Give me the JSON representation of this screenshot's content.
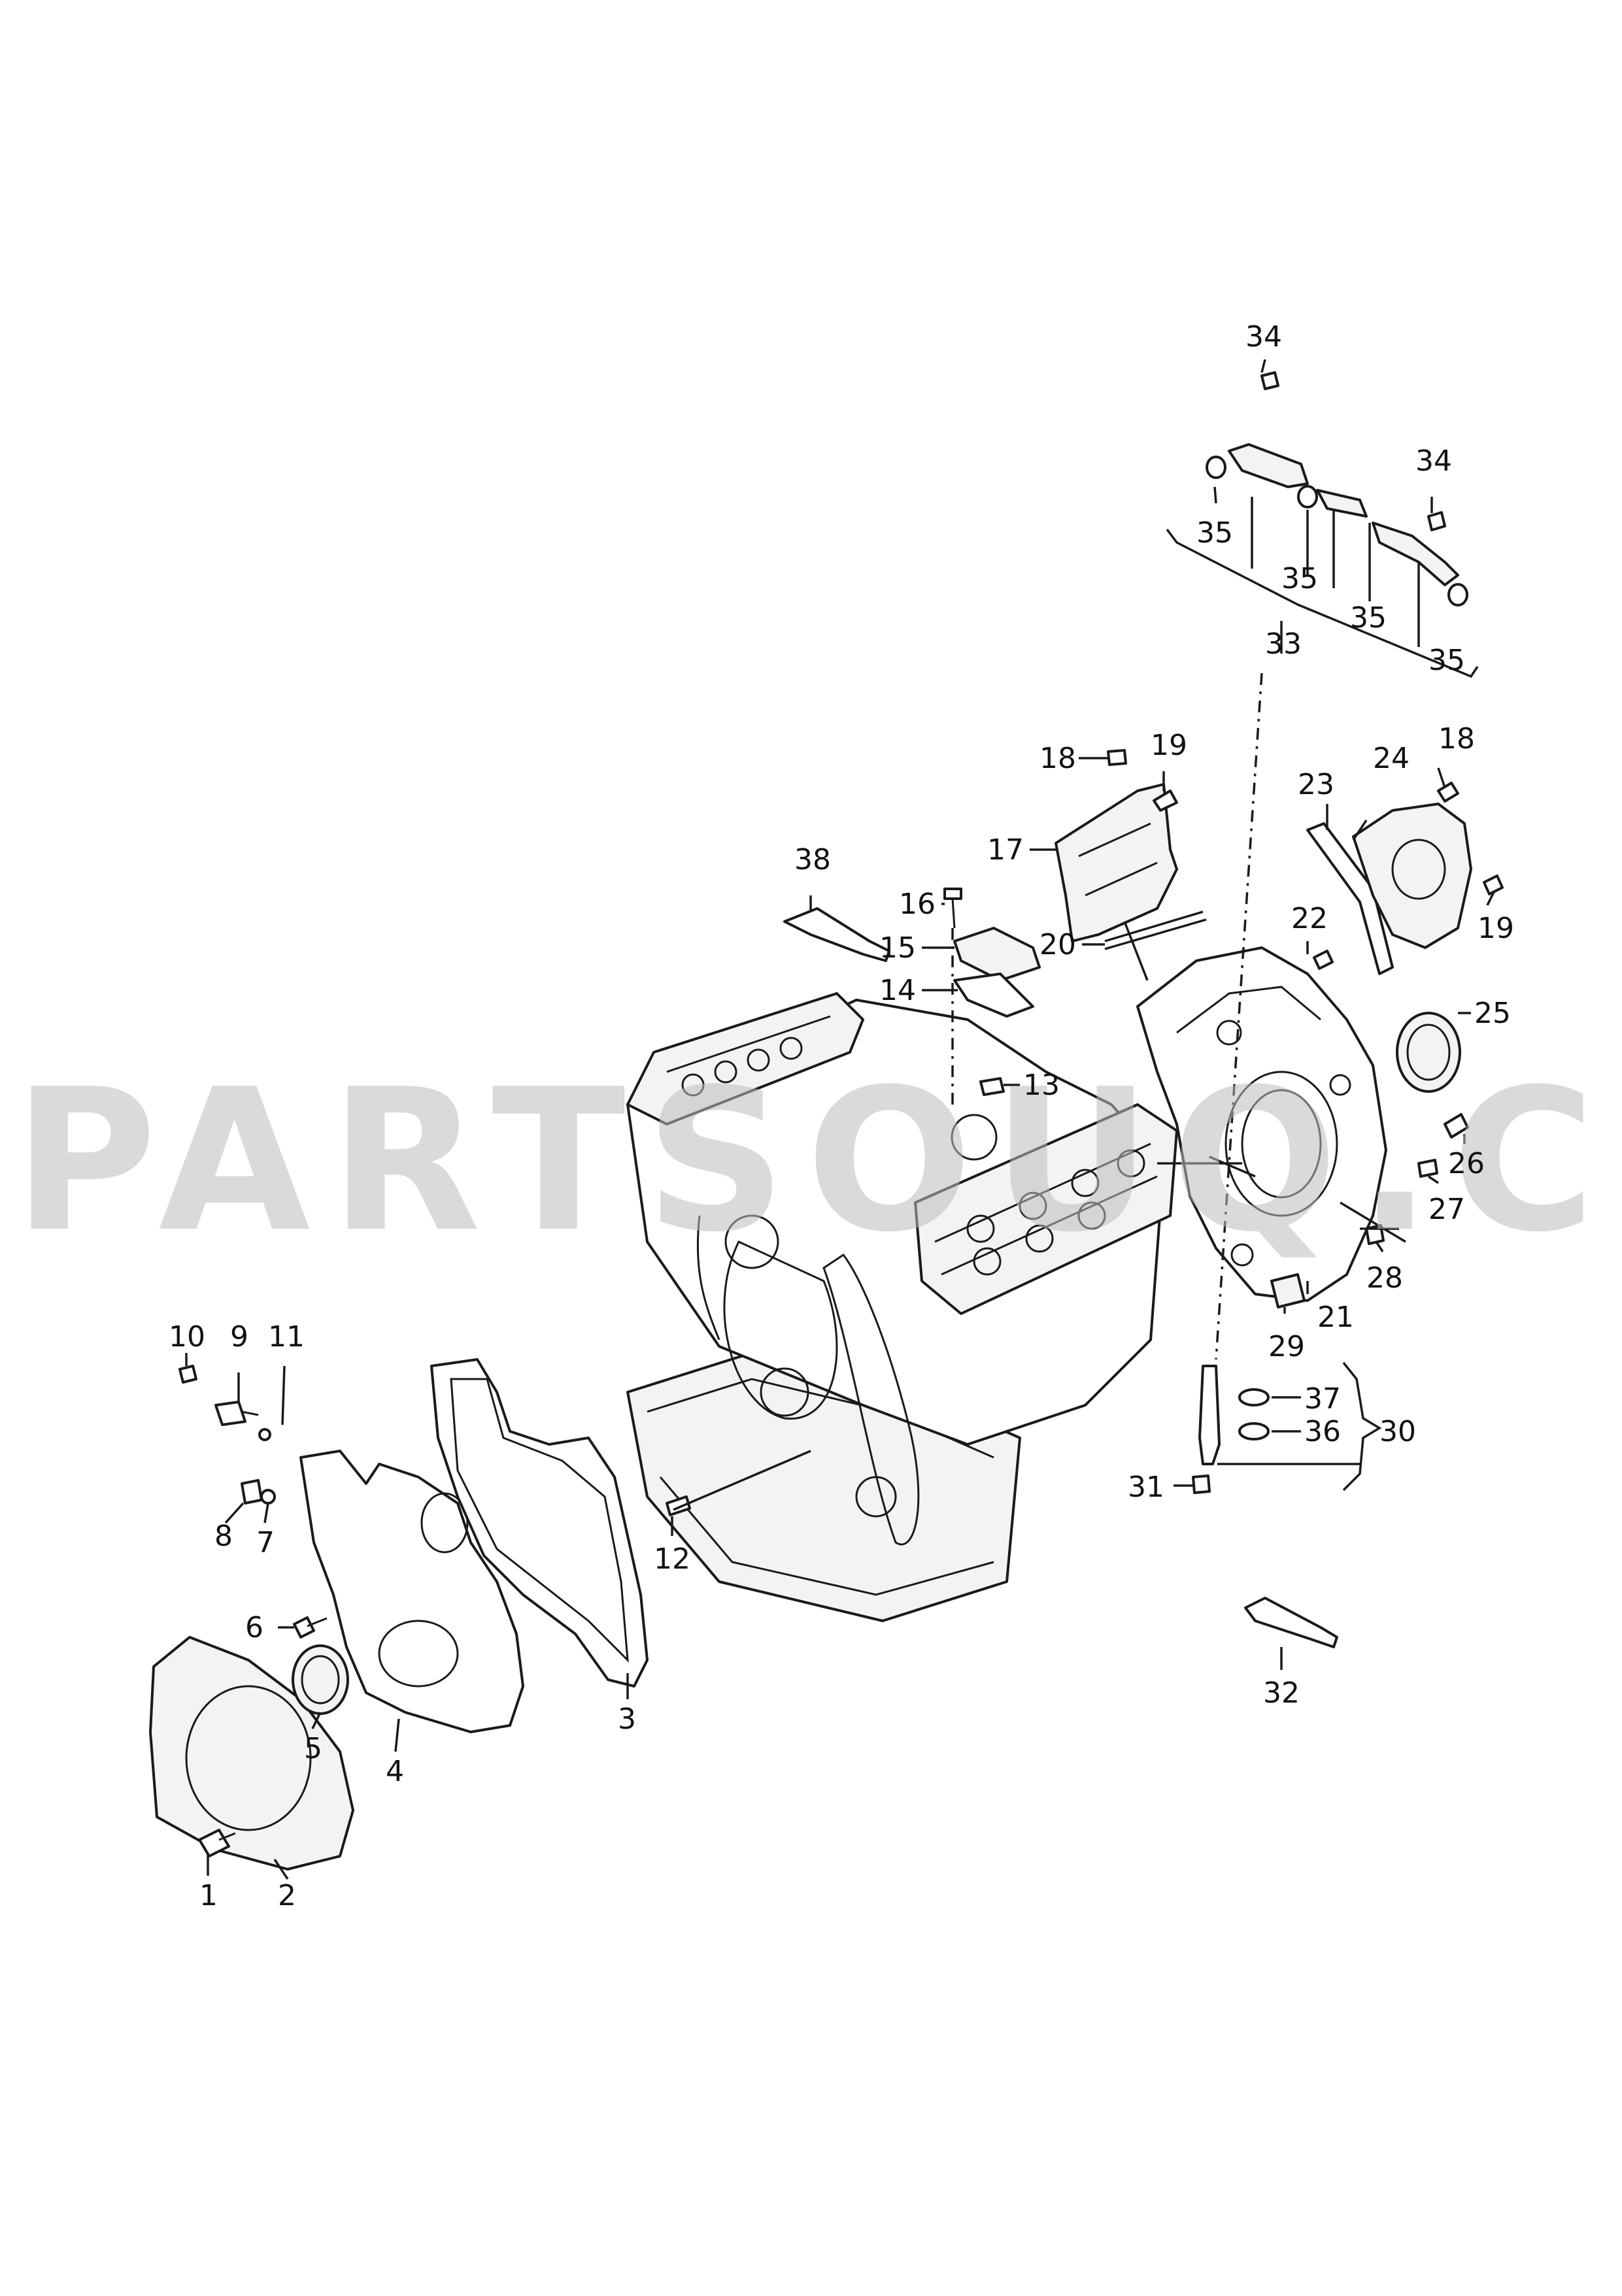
{
  "watermark": "PARTSOUQ.COM",
  "callouts": [
    {
      "id": "c1",
      "label": "1"
    },
    {
      "id": "c2",
      "label": "2"
    },
    {
      "id": "c3",
      "label": "3"
    },
    {
      "id": "c4",
      "label": "4"
    },
    {
      "id": "c5",
      "label": "5"
    },
    {
      "id": "c6",
      "label": "6"
    },
    {
      "id": "c7",
      "label": "7"
    },
    {
      "id": "c8",
      "label": "8"
    },
    {
      "id": "c9",
      "label": "9"
    },
    {
      "id": "c10",
      "label": "10"
    },
    {
      "id": "c11",
      "label": "11"
    },
    {
      "id": "c12",
      "label": "12"
    },
    {
      "id": "c13",
      "label": "13"
    },
    {
      "id": "c14",
      "label": "14"
    },
    {
      "id": "c15",
      "label": "15"
    },
    {
      "id": "c16",
      "label": "16"
    },
    {
      "id": "c17",
      "label": "17"
    },
    {
      "id": "c18a",
      "label": "18"
    },
    {
      "id": "c18b",
      "label": "18"
    },
    {
      "id": "c19a",
      "label": "19"
    },
    {
      "id": "c19b",
      "label": "19"
    },
    {
      "id": "c20",
      "label": "20"
    },
    {
      "id": "c21",
      "label": "21"
    },
    {
      "id": "c22",
      "label": "22"
    },
    {
      "id": "c23",
      "label": "23"
    },
    {
      "id": "c24",
      "label": "24"
    },
    {
      "id": "c25",
      "label": "25"
    },
    {
      "id": "c26",
      "label": "26"
    },
    {
      "id": "c27",
      "label": "27"
    },
    {
      "id": "c28",
      "label": "28"
    },
    {
      "id": "c29",
      "label": "29"
    },
    {
      "id": "c30",
      "label": "30"
    },
    {
      "id": "c31",
      "label": "31"
    },
    {
      "id": "c32",
      "label": "32"
    },
    {
      "id": "c33",
      "label": "33"
    },
    {
      "id": "c34a",
      "label": "34"
    },
    {
      "id": "c34b",
      "label": "34"
    },
    {
      "id": "c35a",
      "label": "35"
    },
    {
      "id": "c35b",
      "label": "35"
    },
    {
      "id": "c35c",
      "label": "35"
    },
    {
      "id": "c35d",
      "label": "35"
    },
    {
      "id": "c36",
      "label": "36"
    },
    {
      "id": "c37",
      "label": "37"
    },
    {
      "id": "c38",
      "label": "38"
    }
  ]
}
